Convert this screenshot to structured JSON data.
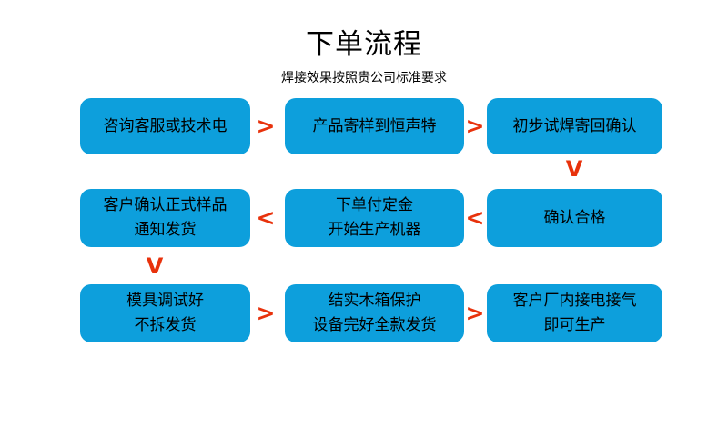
{
  "header": {
    "title": "下单流程",
    "subtitle": "焊接效果按照贵公司标准要求"
  },
  "colors": {
    "node_fill": "#0d9fdc",
    "arrow": "#e8320c",
    "text": "#000000",
    "background": "#ffffff"
  },
  "flow": {
    "row1": [
      {
        "id": "step-1",
        "lines": [
          "咨询客服或技术电"
        ]
      },
      {
        "id": "step-2",
        "lines": [
          "产品寄样到恒声特"
        ]
      },
      {
        "id": "step-3",
        "lines": [
          "初步试焊寄回确认"
        ]
      }
    ],
    "row2": [
      {
        "id": "step-6",
        "lines": [
          "客户确认正式样品",
          "通知发货"
        ]
      },
      {
        "id": "step-5",
        "lines": [
          "下单付定金",
          "开始生产机器"
        ]
      },
      {
        "id": "step-4",
        "lines": [
          "确认合格"
        ]
      }
    ],
    "row3": [
      {
        "id": "step-7",
        "lines": [
          "模具调试好",
          "不拆发货"
        ]
      },
      {
        "id": "step-8",
        "lines": [
          "结实木箱保护",
          "设备完好全款发货"
        ]
      },
      {
        "id": "step-9",
        "lines": [
          "客户厂内接电接气",
          "即可生产"
        ]
      }
    ]
  },
  "connectors": {
    "row1_arrow_1": ">",
    "row1_arrow_2": ">",
    "col3_down": "V",
    "row2_arrow_1": "<",
    "row2_arrow_2": "<",
    "col1_down": "V",
    "row3_arrow_1": ">",
    "row3_arrow_2": ">"
  }
}
